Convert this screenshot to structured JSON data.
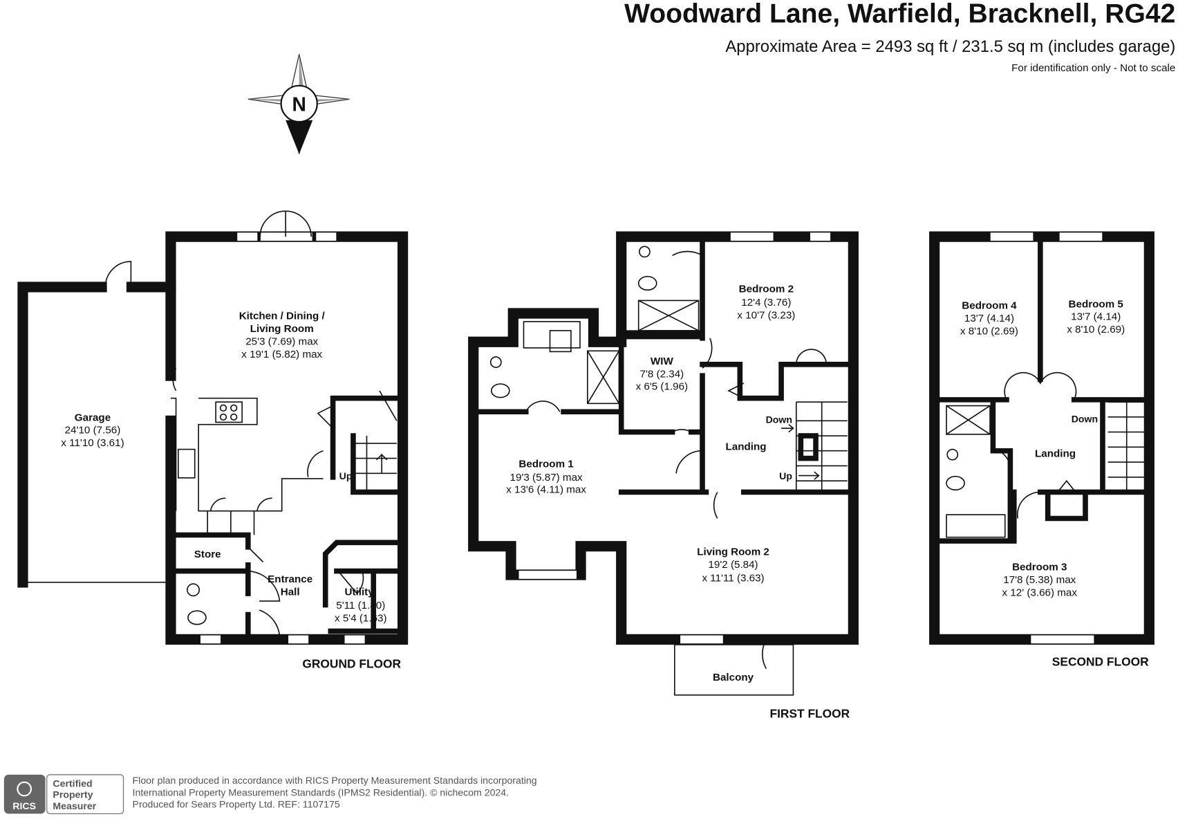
{
  "header": {
    "title": "Woodward Lane, Warfield, Bracknell, RG42",
    "area": "Approximate Area = 2493 sq ft / 231.5 sq m (includes garage)",
    "note": "For identification only - Not to scale"
  },
  "compass": {
    "label": "N"
  },
  "ground_floor": {
    "title": "GROUND FLOOR",
    "garage": [
      "Garage",
      "24'10 (7.56)",
      "x 11'10 (3.61)"
    ],
    "kitchen": [
      "Kitchen / Dining /",
      "Living Room",
      "25'3 (7.69) max",
      "x 19'1 (5.82) max"
    ],
    "store": "Store",
    "hall": [
      "Entrance",
      "Hall"
    ],
    "utility": [
      "Utility",
      "5'11 (1.80)",
      "x 5'4 (1.63)"
    ],
    "up": "Up"
  },
  "first_floor": {
    "title": "FIRST FLOOR",
    "bedroom1": [
      "Bedroom 1",
      "19'3 (5.87) max",
      "x 13'6 (4.11) max"
    ],
    "bedroom2": [
      "Bedroom 2",
      "12'4 (3.76)",
      "x 10'7 (3.23)"
    ],
    "wiw": [
      "WIW",
      "7'8 (2.34)",
      "x 6'5 (1.96)"
    ],
    "landing": "Landing",
    "down": "Down",
    "up": "Up",
    "living2": [
      "Living Room 2",
      "19'2 (5.84)",
      "x 11'11 (3.63)"
    ],
    "balcony": "Balcony"
  },
  "second_floor": {
    "title": "SECOND FLOOR",
    "bedroom4": [
      "Bedroom 4",
      "13'7 (4.14)",
      "x 8'10 (2.69)"
    ],
    "bedroom5": [
      "Bedroom 5",
      "13'7 (4.14)",
      "x 8'10 (2.69)"
    ],
    "landing": "Landing",
    "down": "Down",
    "bedroom3": [
      "Bedroom 3",
      "17'8 (5.38) max",
      "x 12' (3.66) max"
    ]
  },
  "footer": {
    "logo_text": "RICS",
    "badge": [
      "Certified",
      "Property",
      "Measurer"
    ],
    "lines": [
      "Floor plan produced in accordance with RICS Property Measurement Standards incorporating",
      "International Property Measurement Standards (IPMS2 Residential).   © nichecom 2024.",
      "Produced for Sears Property Ltd.   REF: 1107175"
    ]
  }
}
